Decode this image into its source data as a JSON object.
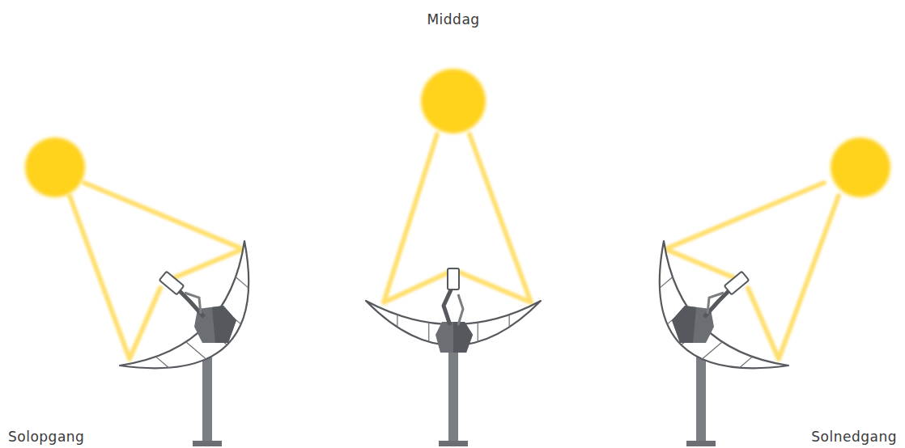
{
  "diagram": {
    "labels": [
      "Middag",
      "Solopgang",
      "Solnedgang"
    ]
  }
}
